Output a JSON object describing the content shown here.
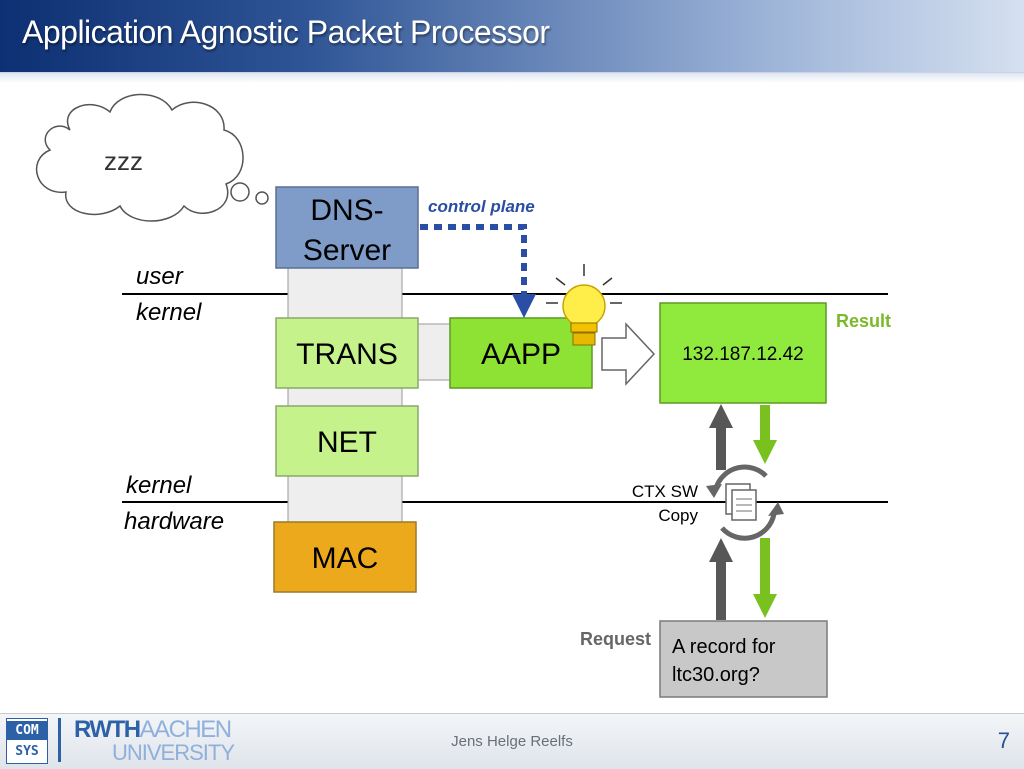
{
  "slide": {
    "title": "Application Agnostic Packet Processor",
    "page_number": "7",
    "presenter": "Jens Helge Reelfs"
  },
  "logos": {
    "comsys_line1": "COM",
    "comsys_line2": "SYS",
    "rwth_bold": "RWTH",
    "rwth_light": "AACHEN",
    "rwth_line2": "UNIVERSITY"
  },
  "thought": {
    "text": "zzz"
  },
  "stack": {
    "dns": [
      "DNS-",
      "Server"
    ],
    "trans": "TRANS",
    "net": "NET",
    "mac": "MAC",
    "aapp": "AAPP"
  },
  "layers": {
    "user": "user",
    "kernel_top": "kernel",
    "kernel_bottom": "kernel",
    "hardware": "hardware"
  },
  "annotations": {
    "control_plane": "control plane",
    "result": "Result",
    "request": "Request",
    "ctx_sw": "CTX SW",
    "copy": "Copy"
  },
  "boxes": {
    "result_ip": "132.187.12.42",
    "request_line1": "A record for",
    "request_line2": "ltc30.org?"
  },
  "colors": {
    "dns_box": "#7f9cc9",
    "trans_net_box": "#c6f28c",
    "aapp_box": "#8ee234",
    "mac_box": "#eda91c",
    "result_box": "#90ea3e",
    "request_box": "#c8c8c8",
    "control_plane": "#2a4ea3",
    "result_label": "#7ab929",
    "green_arrow": "#78c11e",
    "gray_arrow": "#575757",
    "bulb": "#ffee4a"
  }
}
